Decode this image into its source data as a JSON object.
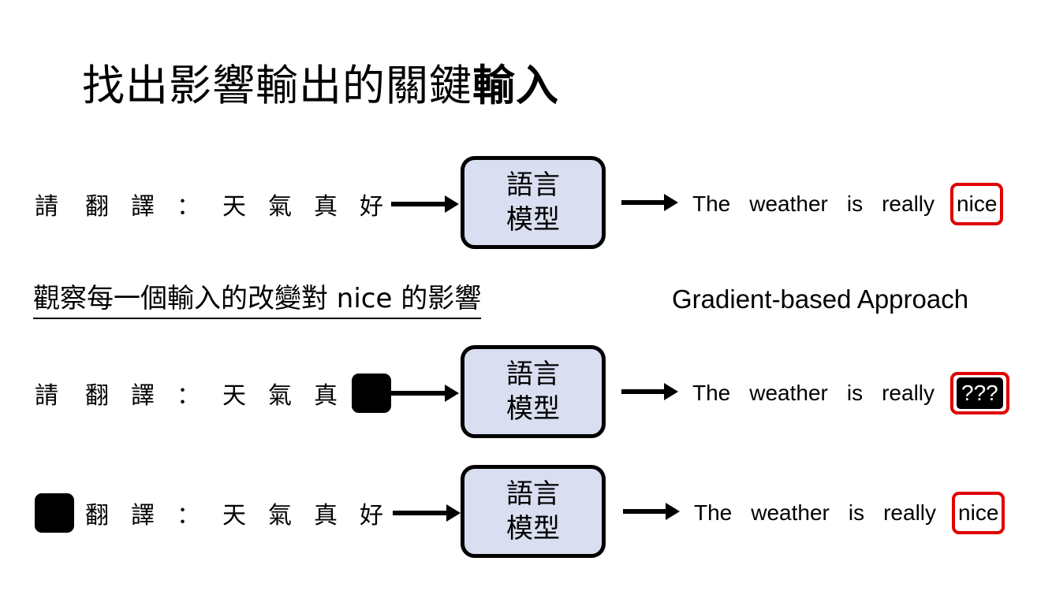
{
  "title": {
    "normal": "找出影響輸出的關鍵",
    "bold": "輸入"
  },
  "model_label": {
    "line1": "語言",
    "line2": "模型"
  },
  "subtitle": "觀察每一個輸入的改變對 nice 的影響",
  "approach": "Gradient-based Approach",
  "rows": [
    {
      "inputs": [
        "請",
        "翻",
        "譯",
        "：",
        "天",
        "氣",
        "真",
        "好"
      ],
      "output": {
        "words": [
          "The",
          "weather",
          "is",
          "really"
        ],
        "highlight": "nice",
        "style": "outlined"
      }
    },
    {
      "inputs": [
        "請",
        "翻",
        "譯",
        "：",
        "天",
        "氣",
        "真",
        "[MASK]"
      ],
      "output": {
        "words": [
          "The",
          "weather",
          "is",
          "really"
        ],
        "highlight": "???",
        "style": "filled"
      }
    },
    {
      "inputs": [
        "[MASK]",
        "翻",
        "譯",
        "：",
        "天",
        "氣",
        "真",
        "好"
      ],
      "output": {
        "words": [
          "The",
          "weather",
          "is",
          "really"
        ],
        "highlight": "nice",
        "style": "outlined"
      }
    }
  ],
  "colors": {
    "model_fill": "#d9def0",
    "highlight_border": "#e00000"
  }
}
